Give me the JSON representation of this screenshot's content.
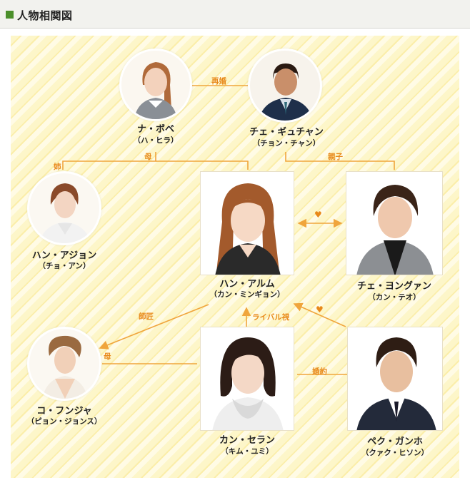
{
  "header": {
    "title": "人物相関図"
  },
  "people": {
    "na_bobe": {
      "name": "ナ・ボベ",
      "actor": "（ハ・ヒラ）"
    },
    "choi_gyuchan": {
      "name": "チェ・ギュチャン",
      "actor": "（チョン・チャン）"
    },
    "han_ajon": {
      "name": "ハン・アジョン",
      "actor": "（チョ・アン）"
    },
    "han_arum": {
      "name": "ハン・アルム",
      "actor": "（カン・ミンギョン）"
    },
    "choi_yongwan": {
      "name": "チェ・ヨングァン",
      "actor": "（カン・テオ）"
    },
    "ko_funja": {
      "name": "コ・フンジャ",
      "actor": "（ピョン・ジョンス）"
    },
    "kang_seran": {
      "name": "カン・セラン",
      "actor": "（キム・ユミ）"
    },
    "baek_ganho": {
      "name": "ペク・ガンホ",
      "actor": "（クァク・ヒソン）"
    }
  },
  "relations": {
    "remarriage": "再婚",
    "mother_top": "母",
    "older_sister": "姉",
    "parent_child": "親子",
    "mentor": "師匠",
    "rival": "ライバル視",
    "engaged": "婚約",
    "mother_bottom": "母"
  },
  "symbols": {
    "heart_1": "♥",
    "heart_2": "♥"
  },
  "colors": {
    "line": "#f0a53c",
    "label": "#e8891a",
    "header_square": "#4b8f2a",
    "hair_dark": "#3a2418",
    "hair_light": "#b06a3a"
  }
}
